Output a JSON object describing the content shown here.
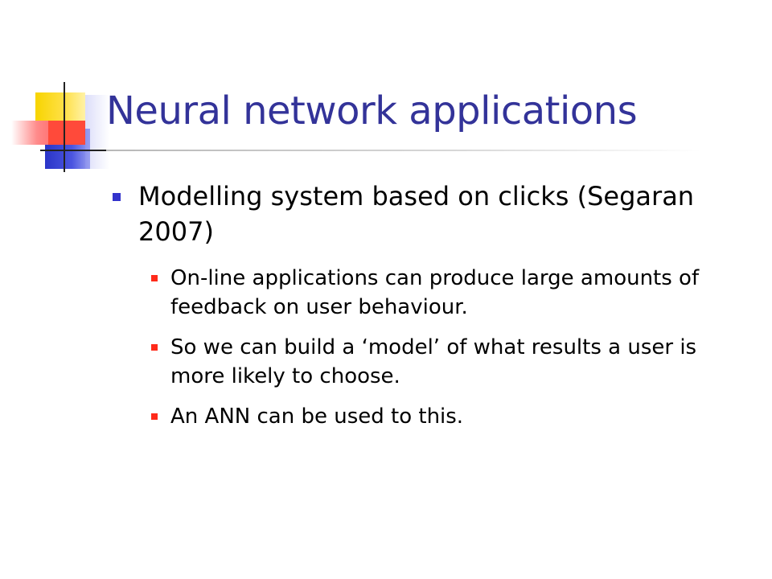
{
  "slide": {
    "title": "Neural network applications",
    "bullets": [
      {
        "text": "Modelling system based on clicks (Segaran 2007)",
        "sub": [
          {
            "text": "On-line applications can produce large amounts of feedback on user behaviour."
          },
          {
            "text": "So we can build a ‘model’ of what results a user is more likely to choose."
          },
          {
            "text": "An ANN can be used to this."
          }
        ]
      }
    ]
  },
  "colors": {
    "title": "#333399",
    "level1_bullet": "#3333cc",
    "level2_bullet": "#ff2a1a"
  }
}
